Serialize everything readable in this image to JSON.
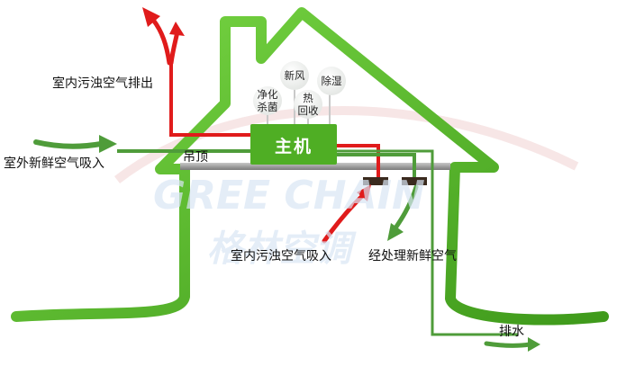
{
  "colors": {
    "house_green": "#5ec42c",
    "house_green_dark": "#3f9a1b",
    "main_unit": "#4fae24",
    "exhaust_red": "#e01b1b",
    "fresh_green": "#4f9c3a",
    "ceiling_gray": "#9a9a9a",
    "watermark": "#d9e6f5"
  },
  "labels": {
    "indoor_exhaust": "室内污浊空气排出",
    "outdoor_intake": "室外新鲜空气吸入",
    "ceiling": "吊顶",
    "indoor_intake": "室内污浊空气吸入",
    "treated_fresh": "经处理新鲜空气",
    "drain": "排水"
  },
  "main_unit": {
    "label": "主机"
  },
  "functions": [
    {
      "id": "fresh-air",
      "text": "新风"
    },
    {
      "id": "dehumidify",
      "text": "除湿"
    },
    {
      "id": "purify",
      "text": "净化\n杀菌"
    },
    {
      "id": "heat-recovery",
      "text": "热\n回收"
    }
  ],
  "watermark": {
    "latin": "GREE CHAIN",
    "chinese": "格林空调"
  }
}
